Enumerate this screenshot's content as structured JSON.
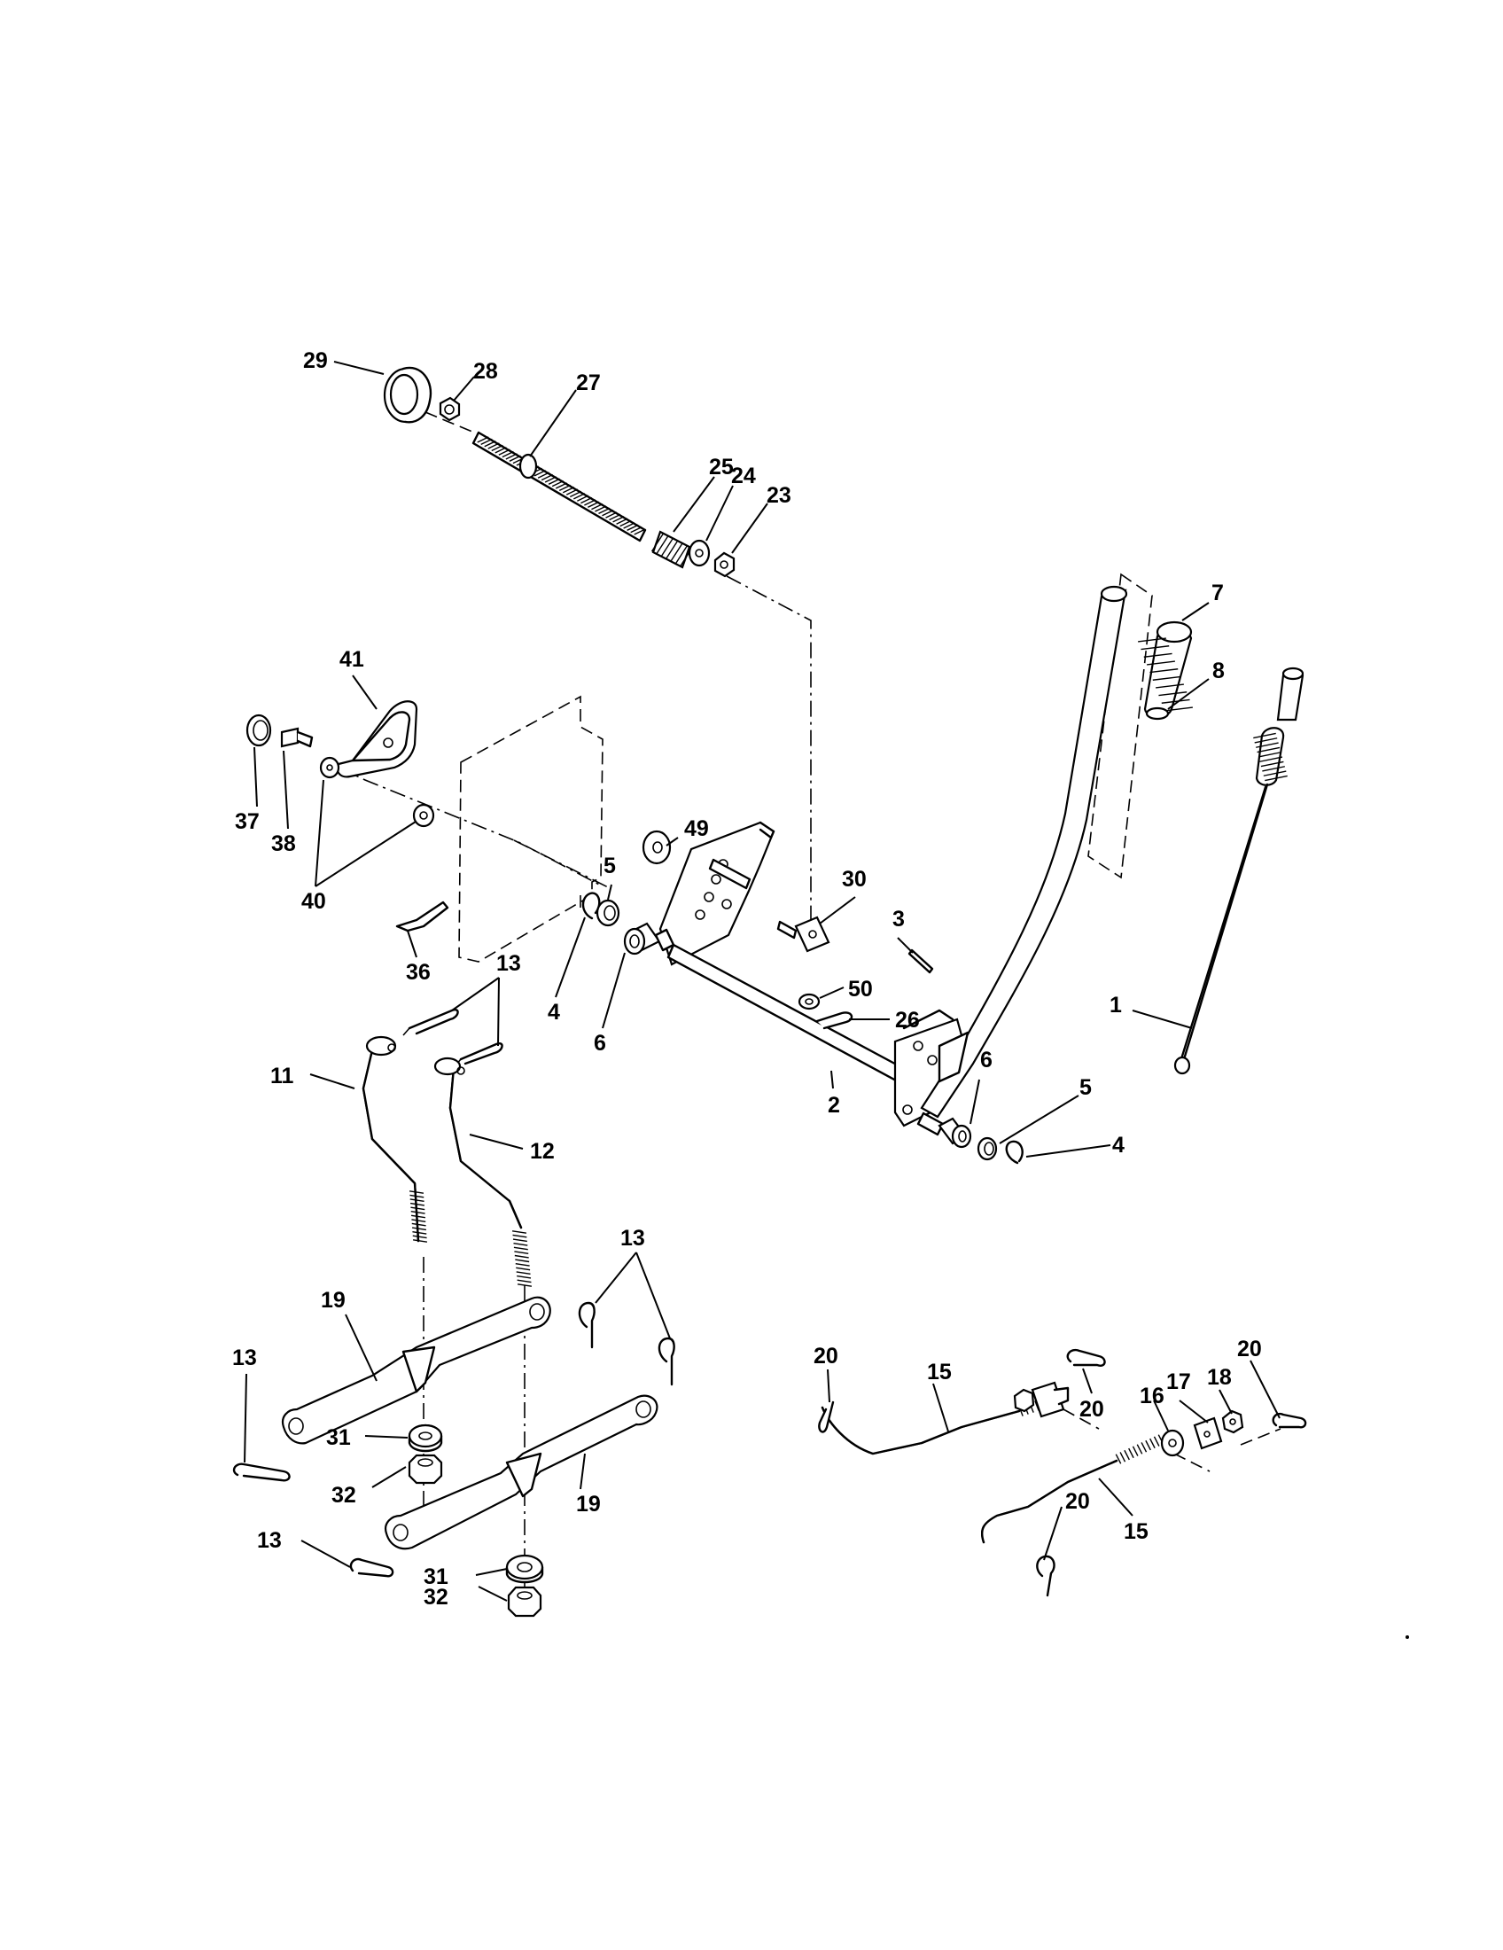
{
  "labels": {
    "l29": "29",
    "l28": "28",
    "l27": "27",
    "l25": "25",
    "l24": "24",
    "l23": "23",
    "l7": "7",
    "l8": "8",
    "l41": "41",
    "l37": "37",
    "l38": "38",
    "l40": "40",
    "l36": "36",
    "l49": "49",
    "l5a": "5",
    "l4a": "4",
    "l6a": "6",
    "l30": "30",
    "l3": "3",
    "l50": "50",
    "l26": "26",
    "l1": "1",
    "l13a": "13",
    "l11": "11",
    "l12": "12",
    "l2": "2",
    "l6b": "6",
    "l5b": "5",
    "l4b": "4",
    "l13b": "13",
    "l19a": "19",
    "l13c": "13",
    "l31a": "31",
    "l32a": "32",
    "l19b": "19",
    "l13d": "13",
    "l31b": "31",
    "l32b": "32",
    "l20a": "20",
    "l15a": "15",
    "l20b": "20",
    "l17": "17",
    "l18": "18",
    "l20c": "20",
    "l16": "16",
    "l15b": "15",
    "l20d": "20"
  }
}
